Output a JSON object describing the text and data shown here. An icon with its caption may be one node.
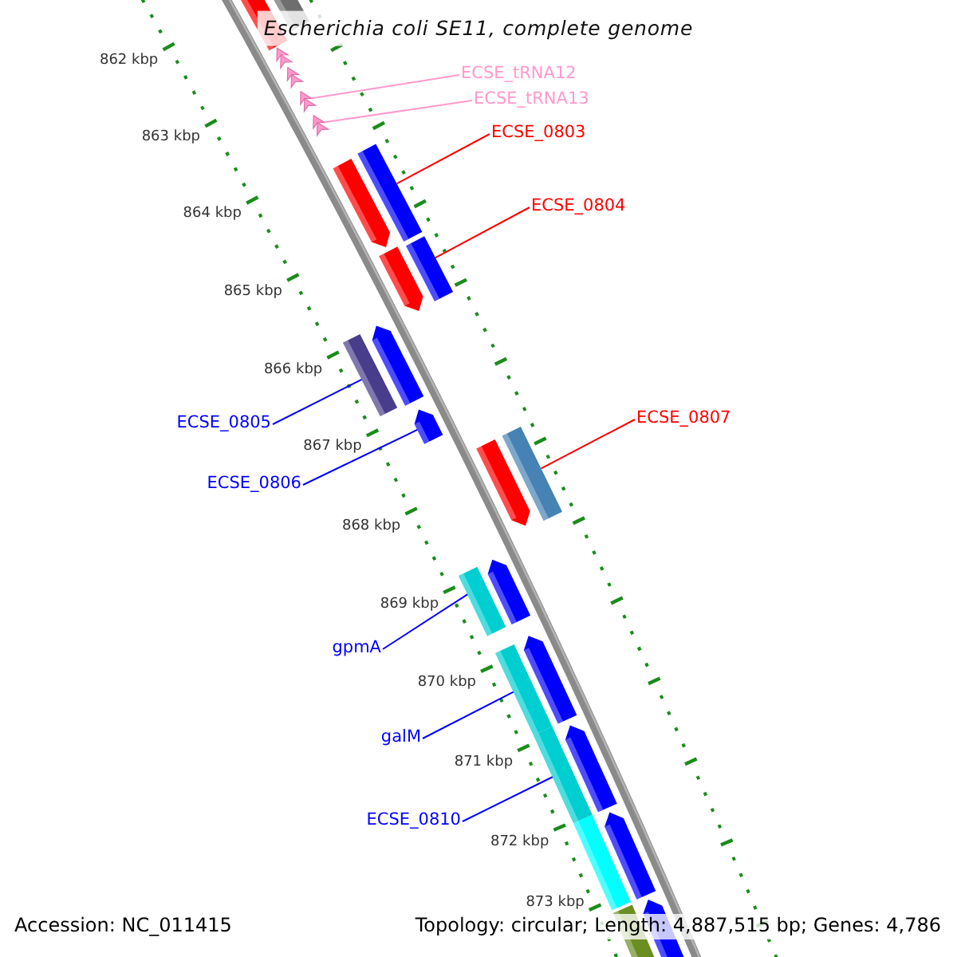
{
  "diagram": {
    "title": "Escherichia coli SE11, complete genome",
    "nodes": [
      {
        "text": [
          "ECSE_tRNA12"
        ]
      },
      {
        "text": [
          "ECSE_tRNA13"
        ]
      },
      {
        "text": [],
        "shape": "arrow"
      },
      {
        "text": [],
        "shape": "arrow"
      },
      {
        "text": [
          "ECSE_0803"
        ]
      },
      {
        "text": [],
        "shape": "bar"
      },
      {
        "text": [
          "ECSE_0804"
        ]
      },
      {
        "text": [],
        "shape": "bar"
      },
      {
        "text": [],
        "shape": "bar"
      },
      {
        "text": [
          "ECSE_0805"
        ]
      },
      {
        "text": [],
        "shape": "arrow"
      },
      {
        "text": [
          "ECSE_0806"
        ]
      },
      {
        "text": [
          "ECSE_0807"
        ]
      },
      {
        "text": [],
        "shape": "bar"
      },
      {
        "text": [],
        "shape": "bar"
      },
      {
        "text": [
          "gpmA"
        ]
      },
      {
        "text": [],
        "shape": "bar"
      },
      {
        "text": [
          "galM"
        ]
      },
      {
        "text": [],
        "shape": "bar"
      },
      {
        "text": [
          "ECSE_0810"
        ]
      }
    ],
    "edges": [
      {
        "from": 0,
        "to": 2,
        "arrow": "none",
        "color": "#ff99cc"
      },
      {
        "from": 1,
        "to": 3,
        "arrow": "none",
        "color": "#ff99cc"
      },
      {
        "from": 4,
        "to": 5,
        "arrow": "none",
        "color": "#ff0000"
      },
      {
        "from": 6,
        "to": 7,
        "arrow": "none",
        "color": "#ff0000"
      },
      {
        "from": 9,
        "to": 8,
        "arrow": "none"
      },
      {
        "from": 11,
        "to": 10,
        "arrow": "none"
      },
      {
        "from": 12,
        "to": 13,
        "arrow": "none",
        "color": "#ff0000"
      },
      {
        "from": 15,
        "to": 14,
        "arrow": "none"
      },
      {
        "from": 17,
        "to": 16,
        "arrow": "none"
      },
      {
        "from": 19,
        "to": 18,
        "arrow": "none"
      }
    ],
    "labels": [
      "862 kbp",
      "863 kbp",
      "864 kbp",
      "865 kbp",
      "866 kbp",
      "867 kbp",
      "868 kbp",
      "869 kbp",
      "870 kbp",
      "871 kbp",
      "872 kbp",
      "873 kbp",
      "Accession: NC_011415",
      "Topology: circular; Length: 4,887,515 bp; Genes: 4,786"
    ]
  }
}
